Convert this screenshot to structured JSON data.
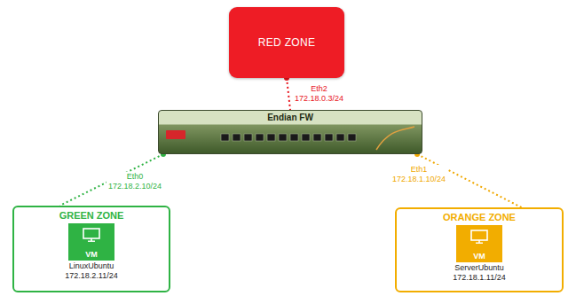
{
  "diagram": {
    "nodes": [
      {
        "text": [
          "RED ZONE"
        ]
      },
      {
        "text": [
          "Endian FW"
        ]
      },
      {
        "text": [
          "GREEN ZONE"
        ]
      },
      {
        "text": [
          "VM",
          "LinuxUbuntu",
          "172.18.2.11/24"
        ],
        "in": 2
      },
      {
        "text": [
          "ORANGE ZONE"
        ]
      },
      {
        "text": [
          "VM",
          "ServerUbuntu",
          "172.18.1.11/24"
        ],
        "in": 4
      }
    ],
    "edges": [
      {
        "from": 0,
        "to": 1,
        "arrow": "none",
        "label": "Eth2 172.18.0.3/24"
      },
      {
        "from": 1,
        "to": 2,
        "arrow": "none",
        "label": "Eth0 172.18.2.10/24"
      },
      {
        "from": 1,
        "to": 4,
        "arrow": "none",
        "label": "Eth1 172.18.1.10/24"
      }
    ]
  }
}
